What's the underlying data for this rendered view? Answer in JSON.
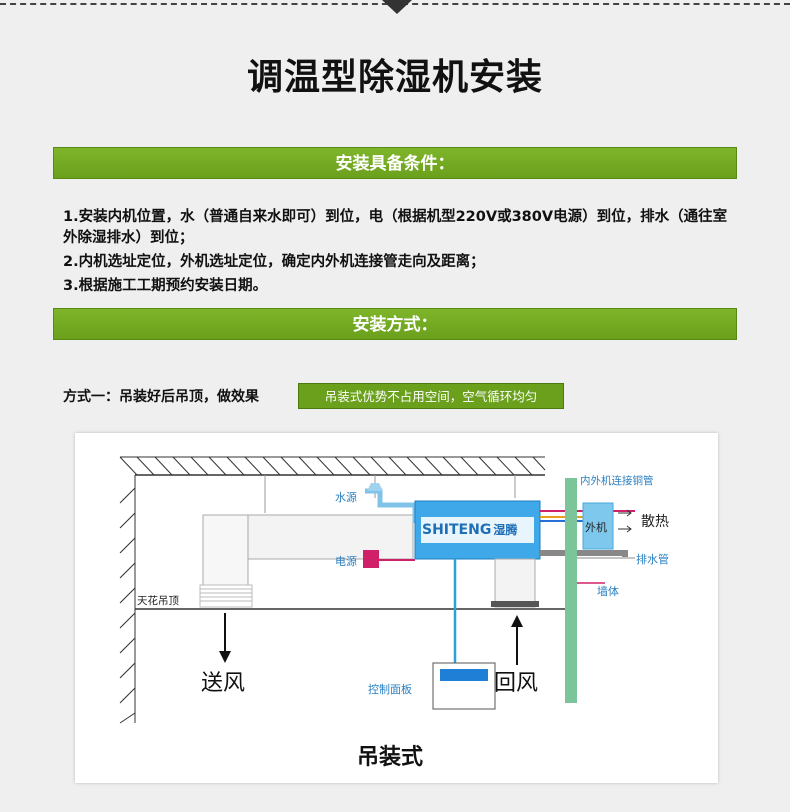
{
  "page": {
    "title": "调温型除湿机安装"
  },
  "section1": {
    "heading": "安装具备条件：",
    "items": [
      "1.安装内机位置，水（普通自来水即可）到位，电（根据机型220V或380V电源）到位，排水（通往室外除湿排水）到位；",
      "2.内机选址定位，外机选址定位，确定内外机连接管走向及距离；",
      "3.根据施工工期预约安装日期。"
    ]
  },
  "section2": {
    "heading": "安装方式：",
    "method_label": "方式一：吊装好后吊顶，做效果",
    "method_tag": "吊装式优势不占用空间，空气循环均匀"
  },
  "diagram": {
    "brand_en": "SHITENG",
    "brand_cn": "湿腾",
    "label_water": "水源",
    "label_power": "电源",
    "label_ceiling": "天花吊顶",
    "label_supply": "送风",
    "label_return": "回风",
    "label_panel": "控制面板",
    "label_pipe": "内外机连接铜管",
    "label_outdoor": "外机",
    "label_heat": "散热",
    "label_drain": "排水管",
    "label_wall": "墙体",
    "caption": "吊装式"
  },
  "colors": {
    "green": "#6aa01c",
    "unit_blue": "#3ea8e8",
    "pipe_blue": "#2aa3d6",
    "power_pink": "#d0206a",
    "wall_green": "#7cc59a"
  }
}
